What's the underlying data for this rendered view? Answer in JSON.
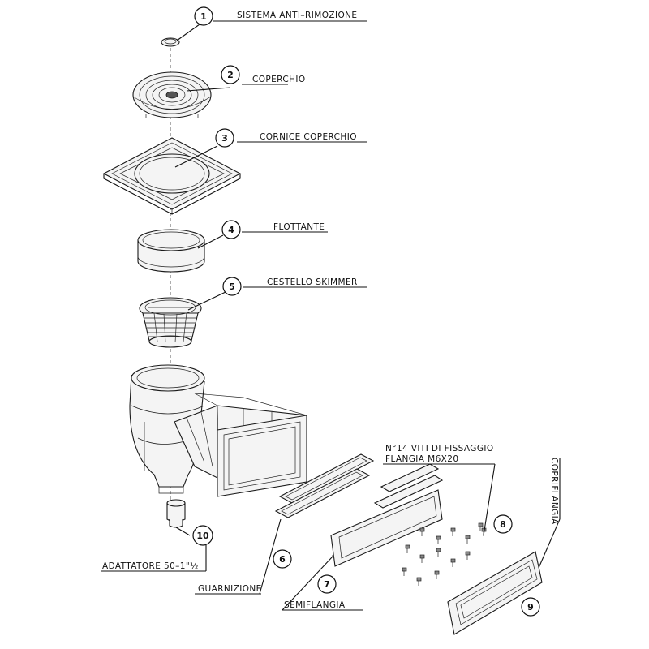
{
  "parts": [
    {
      "num": "1",
      "label": "SISTEMA ANTI–RIMOZIONE",
      "icon": "anti-removal-cap-icon"
    },
    {
      "num": "2",
      "label": "COPERCHIO",
      "icon": "lid-icon"
    },
    {
      "num": "3",
      "label": "CORNICE COPERCHIO",
      "icon": "lid-frame-icon"
    },
    {
      "num": "4",
      "label": "FLOTTANTE",
      "icon": "float-ring-icon"
    },
    {
      "num": "5",
      "label": "CESTELLO SKIMMER",
      "icon": "skimmer-basket-icon"
    },
    {
      "num": "6",
      "label": "GUARNIZIONE",
      "icon": "gasket-icon"
    },
    {
      "num": "7",
      "label": "SEMIFLANGIA",
      "icon": "half-flange-icon"
    },
    {
      "num": "8",
      "label_line1": "N°14 VITI DI FISSAGGIO",
      "label_line2": "FLANGIA M6X20",
      "icon": "screws-icon"
    },
    {
      "num": "9",
      "label": "COPRIFLANGIA",
      "icon": "flange-cover-icon"
    },
    {
      "num": "10",
      "label": "ADATTATORE 50–1\"½",
      "icon": "adapter-icon"
    }
  ]
}
